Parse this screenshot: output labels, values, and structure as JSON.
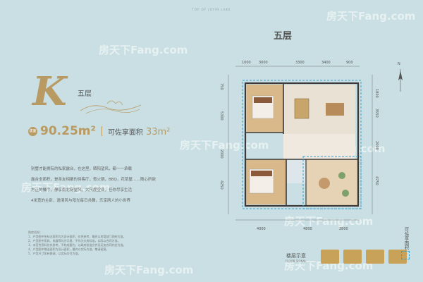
{
  "brand": "TOP OF JOYIN LAKE",
  "floor_title": "五层",
  "unit": {
    "letter": "K",
    "floor": "五层",
    "area": "90.25m²",
    "area_badge": "建面",
    "shared_label": "可佐享面积",
    "shared_value": "33m²"
  },
  "features": [
    "别墅才能拥有的私家露台，在这里，晒阳望风，都一一承载",
    "露台全面积，是亲友相聚的待客厅，煮火锅，BBQ，花草屋……随心所欲",
    "方正的餐厅，静享南北穿堂风，大尺度空间，任你尽享生活",
    "4米宽的主卧，邀清风与阳光每日共舞，乐享两人的小世界"
  ],
  "notes": [
    "购房须知：",
    "1、户型图中所标注面积均为设计面积，仅供参考，最终以房管部门测绘为准。",
    "2、户型图中家具、电器等均为示意，不作为交房标准，实际以合同为准。",
    "3、本宣传资料仅作参考，不构成要约，以政府批准文件及买卖合同约定为准。",
    "4、户型图中赠送面积为设计面积，最终以实际为准，敬请留意。",
    "5、户型尺寸如有微调，以实际交付为准。"
  ],
  "dimensions": {
    "top": [
      "1000",
      "3000",
      "3300",
      "3400",
      "900"
    ],
    "bottom": [
      "4000",
      "4800",
      "2800"
    ],
    "left": [
      "750",
      "5300",
      "2000",
      "4250"
    ],
    "right": [
      "1800",
      "3550",
      "2000",
      "4750"
    ]
  },
  "compass": "N",
  "legend": {
    "title": "楼层示意",
    "subtitle": "FLOOR SIGNAL",
    "shared_vertical": "可佐享面积"
  },
  "watermark": "房天下Fang.com",
  "colors": {
    "background": "#c9dfe3",
    "gold": "#b89a62",
    "plan_wall": "#3a3a3a",
    "plan_floor_wood": "#d9b98a",
    "plan_floor_tile": "#e8e1d4",
    "shared_outline": "#3aa0c8"
  }
}
